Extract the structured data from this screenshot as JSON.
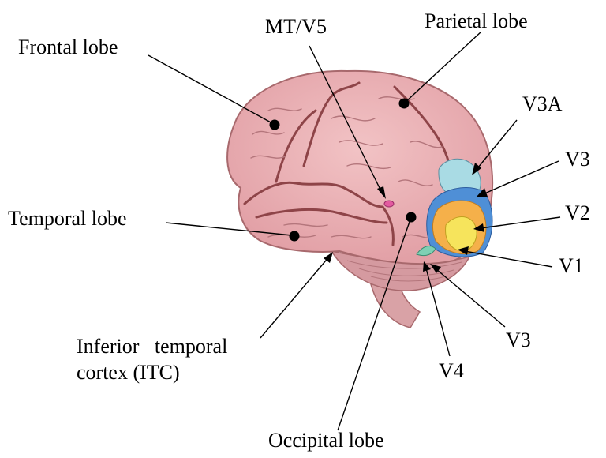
{
  "labels": {
    "frontal_lobe": "Frontal lobe",
    "mt_v5": "MT/V5",
    "parietal_lobe": "Parietal lobe",
    "v3a": "V3A",
    "v3_upper": "V3",
    "v2": "V2",
    "v1": "V1",
    "v3_lower": "V3",
    "v4": "V4",
    "temporal_lobe": "Temporal lobe",
    "itc_line1": "Inferior   temporal",
    "itc_line2": "cortex (ITC)",
    "occipital_lobe": "Occipital lobe"
  },
  "colors": {
    "brain_fill": "#e8aeb2",
    "brain_edge": "#a8696d",
    "sulcus": "#8e4448",
    "cerebellum": "#d59aa0",
    "stem": "#d9a2a6",
    "v3a": "#a9dbe4",
    "v3": "#4f8fd6",
    "v2": "#f5b04a",
    "v1": "#f6e45c",
    "v4": "#7fd0b4",
    "mt": "#e35aa0"
  }
}
